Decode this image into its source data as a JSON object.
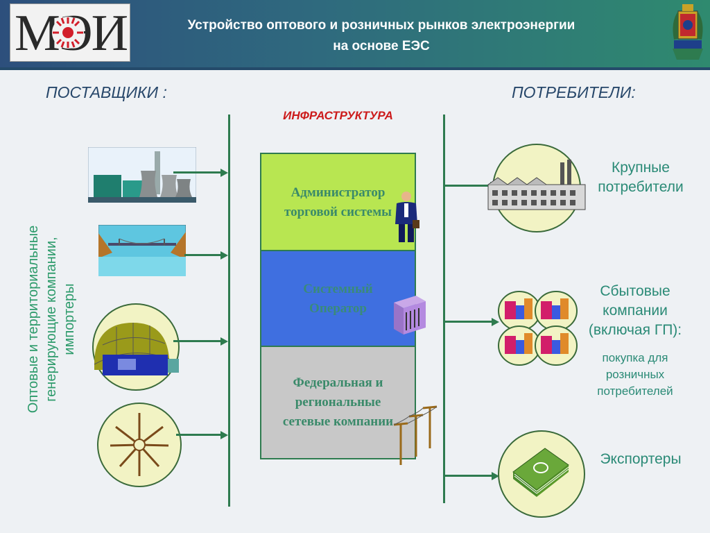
{
  "header": {
    "logo_text": "МЭИ",
    "title_line1": "Устройство  оптового и розничных рынков электроэнергии",
    "title_line2": "на основе ЕЭС"
  },
  "suppliers_heading": "ПОСТАВЩИКИ :",
  "consumers_heading": "ПОТРЕБИТЕЛИ:",
  "infrastructure_heading": "ИНФРАСТРУКТУРА",
  "suppliers_label": {
    "line1": "Оптовые и территориальные",
    "line2": "генерирующие компании,",
    "line3": "импортеры"
  },
  "infrastructure": {
    "admin_line1": "Администратор",
    "admin_line2": "торговой системы",
    "system_line1": "Системный",
    "system_line2": "Оператор",
    "grid_line1": "Федеральная и",
    "grid_line2": "региональные",
    "grid_line3": "сетевые компании"
  },
  "consumers": {
    "large_line1": "Крупные",
    "large_line2": "потребители",
    "sales_line1": "Сбытовые",
    "sales_line2": "компании",
    "sales_line3": "(включая ГП):",
    "sales_sub1": "покупка для",
    "sales_sub2": "розничных",
    "sales_sub3": "потребителей",
    "exporters": "Экспортеры"
  },
  "colors": {
    "header_start": "#2d4f7c",
    "header_end": "#2f8a6f",
    "line_green": "#2e7b4f",
    "infra_red": "#cc1b1b",
    "box_admin": "#b8e651",
    "box_system": "#3f6fe0",
    "box_grid": "#c8c8c8",
    "circle_fill": "#f2f3c4"
  },
  "icons": {
    "power_plant": "power-plant-icon",
    "hydro_dam": "hydro-dam-icon",
    "nuclear_dome": "nuclear-dome-icon",
    "wind_power": "wind-power-icon",
    "businessman": "businessman-icon",
    "server": "server-icon",
    "power_poles": "power-poles-icon",
    "factory": "factory-icon",
    "buildings": "buildings-icon",
    "money": "money-icon"
  }
}
